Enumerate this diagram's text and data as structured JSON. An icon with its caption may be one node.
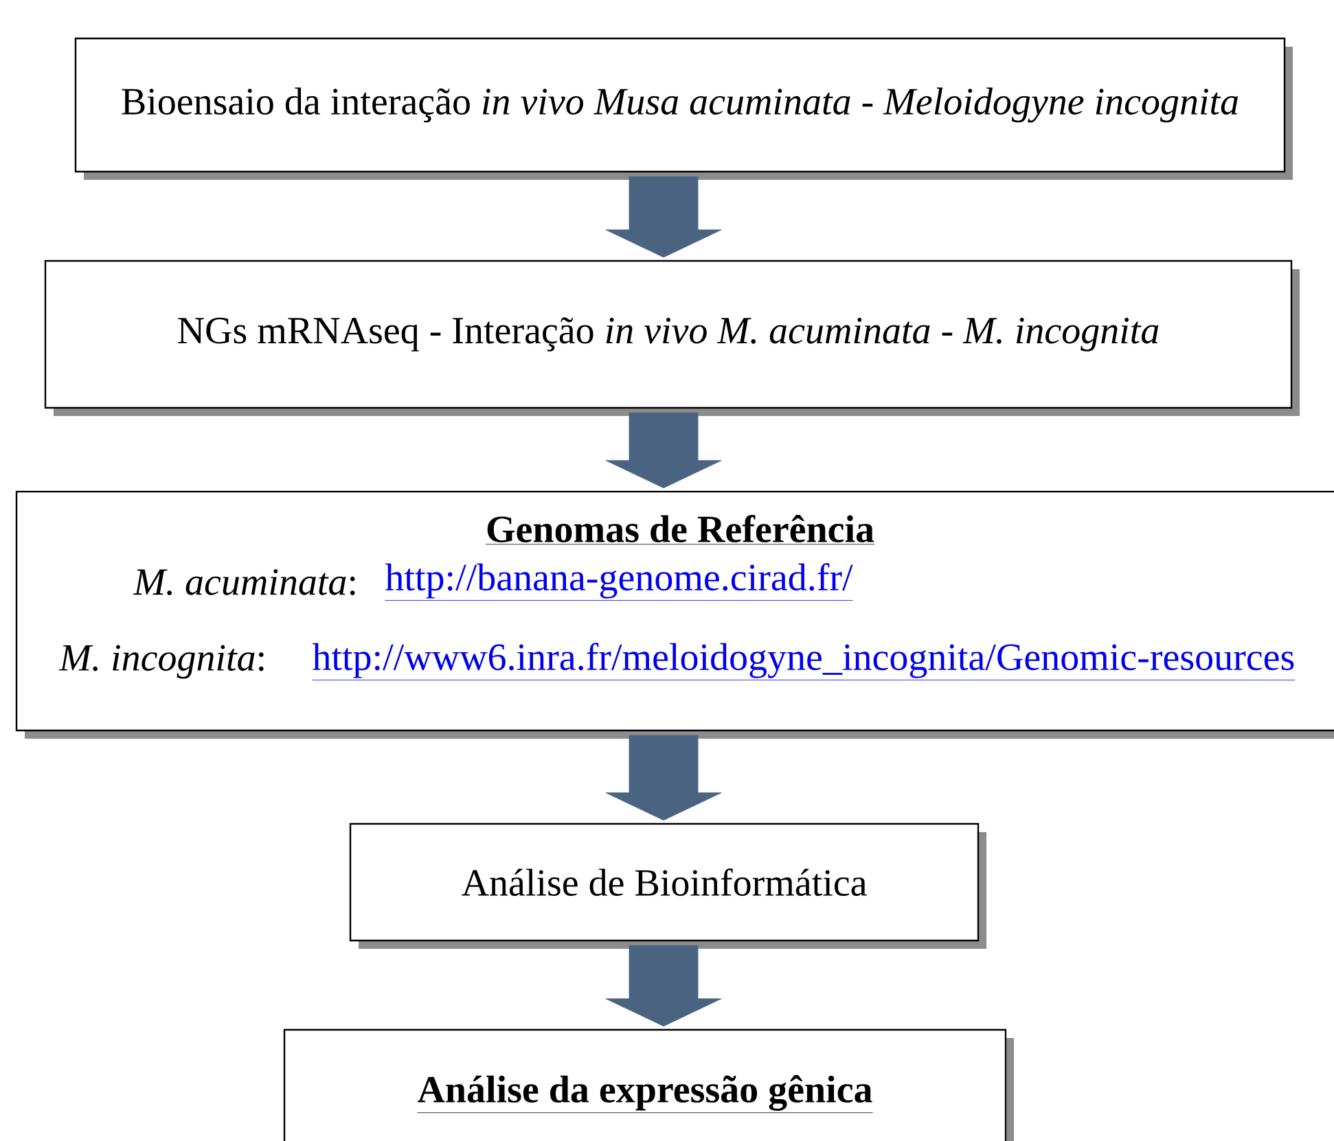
{
  "diagram": {
    "nodes": [
      {
        "text": [
          "Bioensaio da interação *in vivo Musa acuminata* - *Meloidogyne incognita*"
        ]
      },
      {
        "text": [
          "NGs mRNAseq - Interação *in vivo M. acuminata* - *M. incognita*"
        ]
      },
      {
        "text": [
          "Genomas de Referência",
          "*M. acuminata*:",
          "http://banana-genome.cirad.fr/",
          "*M. incognita*:",
          "http://www6.inra.fr/meloidogyne_incognita/Genomic-resources"
        ]
      },
      {
        "text": [
          "Análise de Bioinformática"
        ]
      },
      {
        "text": [
          "Análise da expressão gênica"
        ]
      }
    ],
    "edges": [
      {
        "from": 0,
        "to": 1,
        "arrow": "to"
      },
      {
        "from": 1,
        "to": 2,
        "arrow": "to"
      },
      {
        "from": 2,
        "to": 3,
        "arrow": "to"
      },
      {
        "from": 3,
        "to": 4,
        "arrow": "to"
      }
    ]
  }
}
